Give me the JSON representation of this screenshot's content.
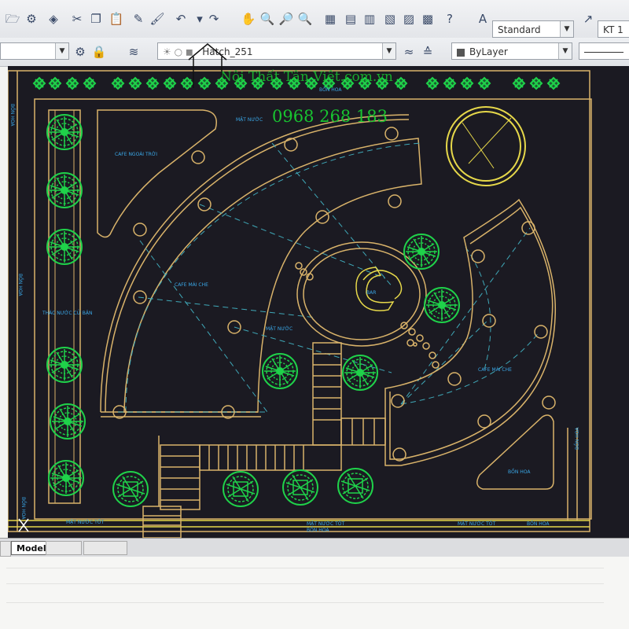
{
  "toolbar": {
    "text_style": "Standard",
    "dim_style_partial": "KT 1",
    "hatch_layer": "Hatch_251",
    "color_control": "ByLayer"
  },
  "tabs": {
    "model": "Model"
  },
  "watermark": {
    "site": "Nội Thất Tân Việt.com.vn",
    "phone": "0968 268 183"
  },
  "drawing": {
    "labels": {
      "bon_hoa_top": "BỒN HOA",
      "bon_hoa_left_top": "BỒN HOA",
      "bon_hoa_left_mid": "BỒN HOA",
      "bon_hoa_left_bottom": "BỒN HOA",
      "bon_hoa_right": "BỒN HOA",
      "bon_hoa_right_edge": "BỒN HOA",
      "bon_hoa_bottom_center": "BỒN HOA",
      "bon_hoa_bottom_right": "BỒN HOA",
      "mat_nuoc_top": "MẶT NƯỚC",
      "mat_nuoc_center": "MẶT NƯỚC",
      "cafe_ngoai_troi": "CAFE NGOÀI TRỜI",
      "cafe_mai_che_left": "CAFE MÁI CHE",
      "cafe_mai_che_right": "CAFE MÁI CHE",
      "thac_nuoc": "THÁC NƯỚC CỬ BẬN",
      "bar": "BAR",
      "mat_nuoc_bottom_left": "MẶT NƯỚC TỐT",
      "mat_nuoc_bottom_center": "MẶT NƯỚC TỐT",
      "mat_nuoc_bottom_right": "MẶT NƯỚC TỐT"
    }
  },
  "colors": {
    "canvas_bg": "#1b1a22",
    "line_tan": "#d9b36a",
    "line_yellow": "#e6d84a",
    "tree_green": "#1fd24a",
    "label_blue": "#3aa8e8",
    "center_line": "#3fa8b8",
    "watermark_green": "#18c430"
  }
}
